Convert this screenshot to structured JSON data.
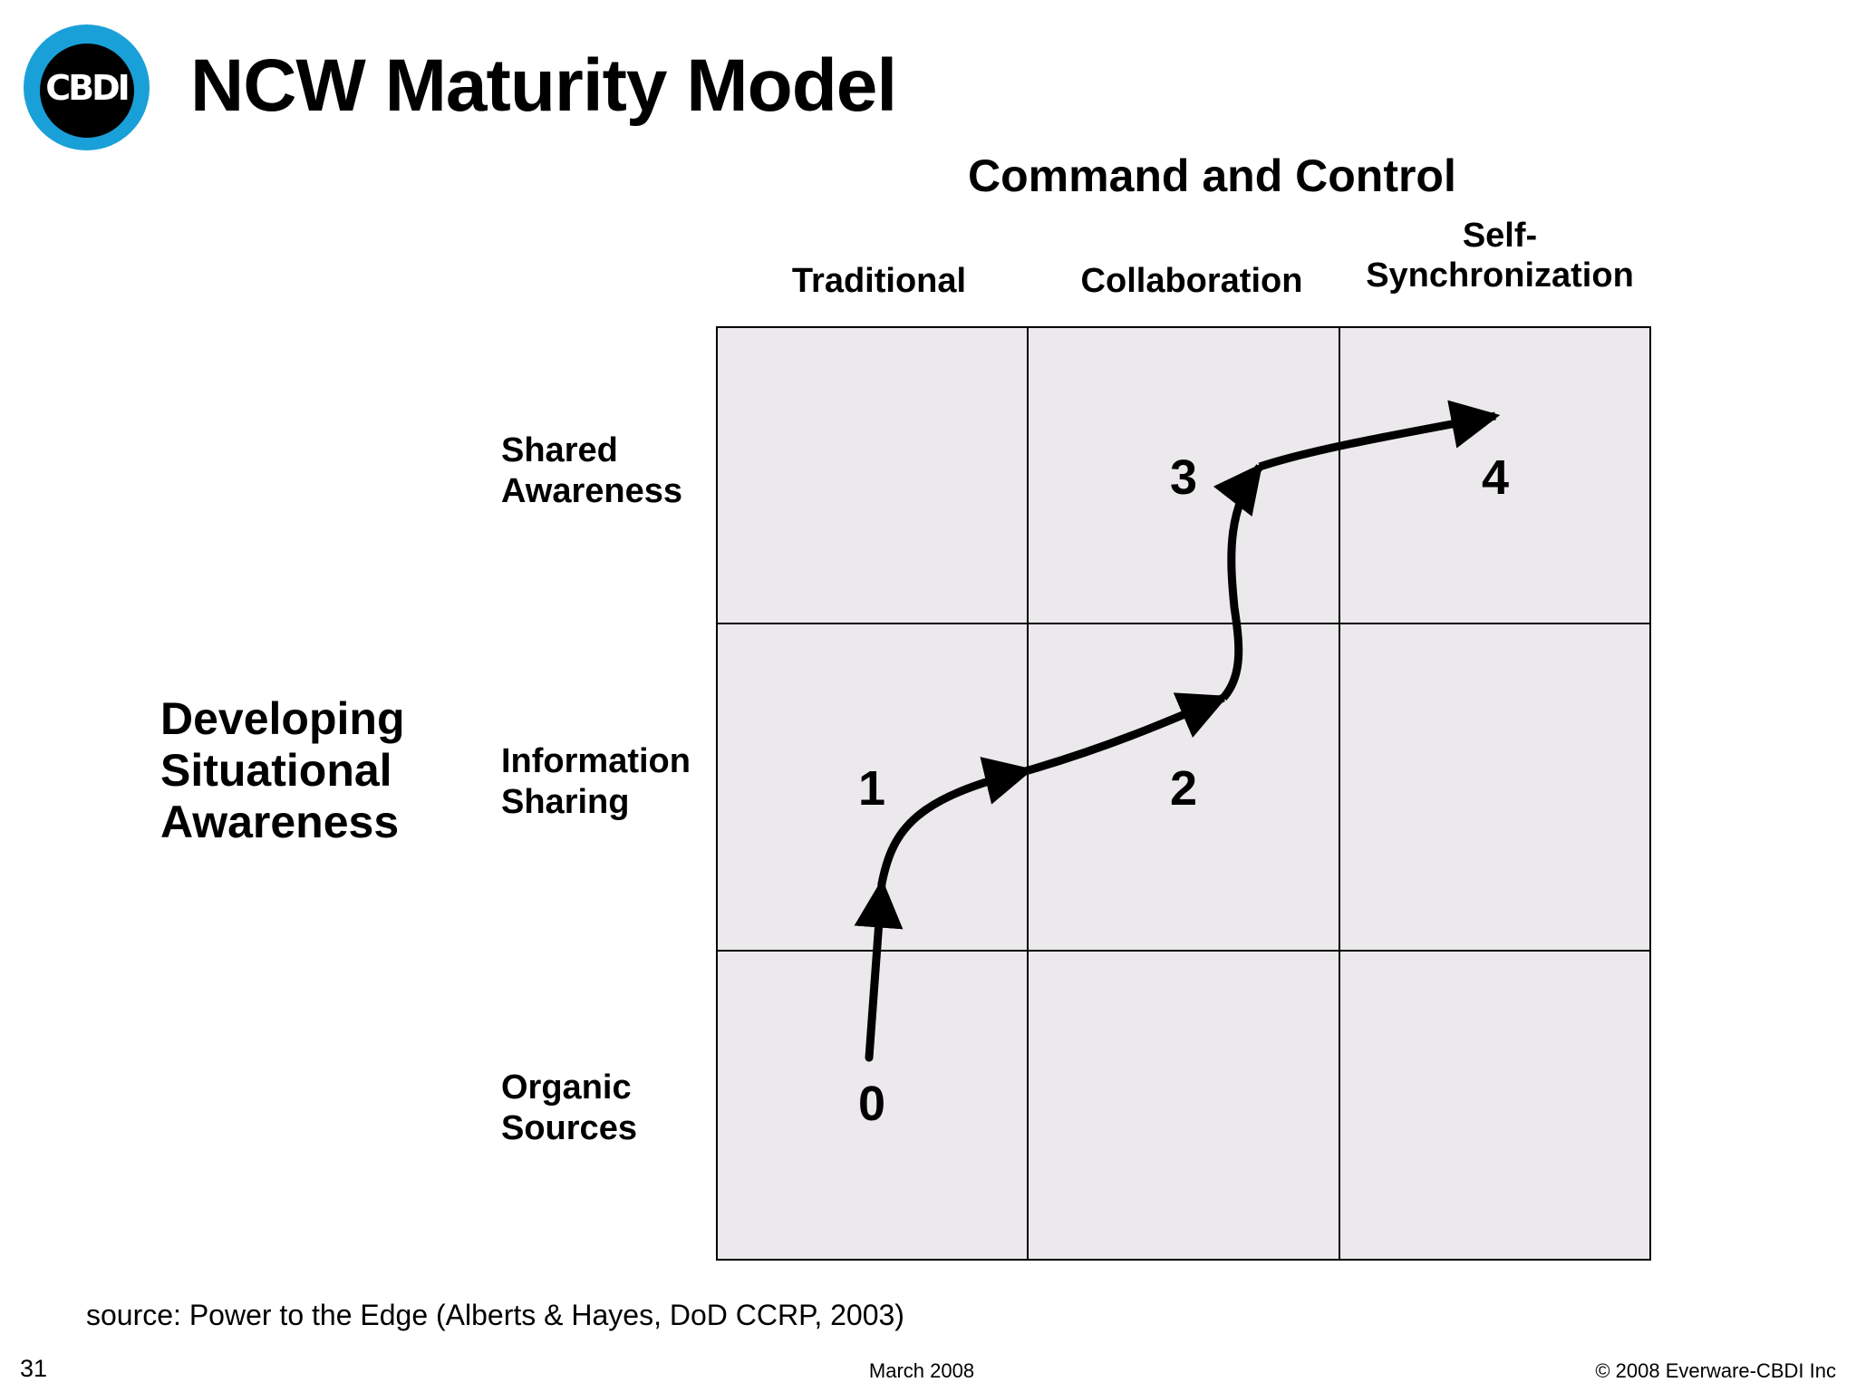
{
  "logo": {
    "text": "CBDI",
    "colors": {
      "ring": "#1aa0d8",
      "core": "#000000"
    }
  },
  "title": "NCW Maturity Model",
  "x_axis": {
    "title": "Command and Control",
    "columns": [
      "Traditional",
      "Collaboration",
      "Self-\nSynchronization"
    ]
  },
  "y_axis": {
    "title": "Developing\nSituational\nAwareness",
    "rows": [
      "Shared\nAwareness",
      "Information\nSharing",
      "Organic\nSources"
    ]
  },
  "grid": {
    "cell_color": "#ebe9eb",
    "line_color": "#000000"
  },
  "levels": [
    "0",
    "1",
    "2",
    "3",
    "4"
  ],
  "footer": {
    "source": "source: Power to the Edge (Alberts & Hayes, DoD CCRP, 2003)",
    "page_number": "31",
    "date": "March 2008",
    "copyright": "© 2008 Everware-CBDI Inc"
  }
}
